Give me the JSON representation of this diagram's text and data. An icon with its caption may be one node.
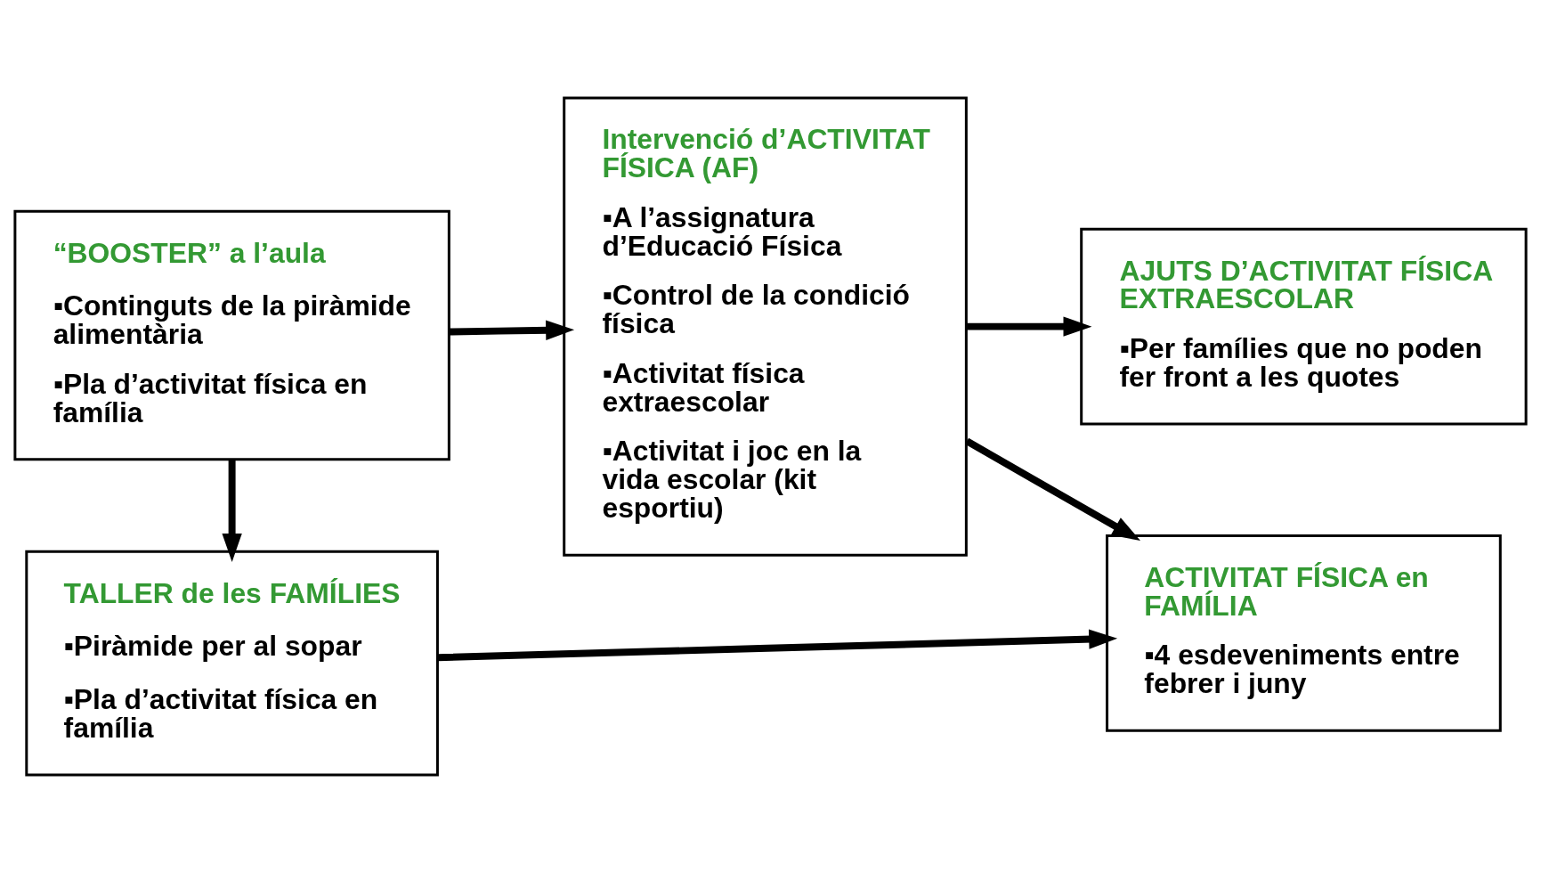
{
  "diagram": {
    "nodes": [
      {
        "text": [
          "TALLER de les FAMÍLIES",
          "▪Piràmide per al sopar",
          "▪Pla d’activitat física en família"
        ]
      },
      {
        "text": [
          "ACTIVITAT FÍSICA en FAMÍLIA",
          "▪4 esdeveniments entre febrer i juny"
        ]
      },
      {
        "text": [
          "Intervenció d’ACTIVITAT FÍSICA (AF)",
          "▪A l’assignatura d’Educació Física",
          "▪Control de la condició física",
          "▪Activitat física extraescolar",
          "▪Activitat i joc en la vida escolar (kit esportiu)"
        ]
      },
      {
        "text": [
          "“BOOSTER” a l’aula",
          "▪Continguts de la piràmide alimentària",
          "▪Pla d’activitat física en família"
        ]
      },
      {
        "text": [
          "AJUTS D’ACTIVITAT FÍSICA EXTRAESCOLAR",
          "▪Per famílies que no poden fer front a les quotes"
        ]
      }
    ],
    "edges": [
      {
        "from": 3,
        "to": 0,
        "arrow": "to"
      },
      {
        "from": 0,
        "to": 1,
        "arrow": "to"
      },
      {
        "from": 2,
        "to": 1,
        "arrow": "to"
      },
      {
        "from": 3,
        "to": 2,
        "arrow": "to"
      },
      {
        "from": 2,
        "to": 4,
        "arrow": "to"
      }
    ]
  }
}
